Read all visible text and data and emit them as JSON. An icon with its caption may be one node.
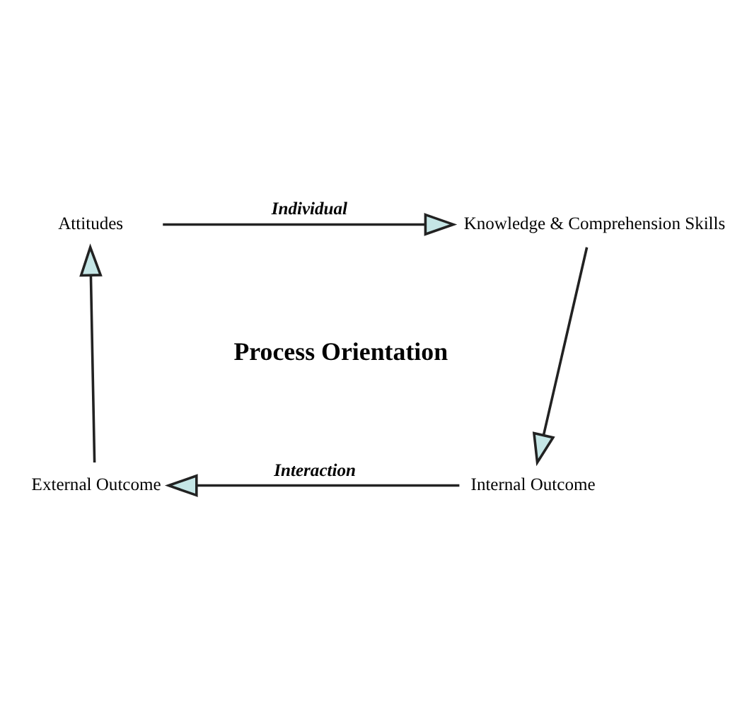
{
  "diagram": {
    "nodes": [
      {
        "text": [
          "Attitudes"
        ]
      },
      {
        "text": [
          "Knowledge & Comprehension Skills"
        ]
      },
      {
        "text": [
          "Internal Outcome"
        ]
      },
      {
        "text": [
          "External Outcome"
        ]
      }
    ],
    "edges": [
      {
        "from": 0,
        "to": 1,
        "arrow": "to",
        "label": "Individual"
      },
      {
        "from": 1,
        "to": 2,
        "arrow": "to"
      },
      {
        "from": 2,
        "to": 3,
        "arrow": "to",
        "label": "Interaction"
      },
      {
        "from": 3,
        "to": 0,
        "arrow": "to"
      }
    ],
    "labels": [
      "Process Orientation"
    ]
  }
}
